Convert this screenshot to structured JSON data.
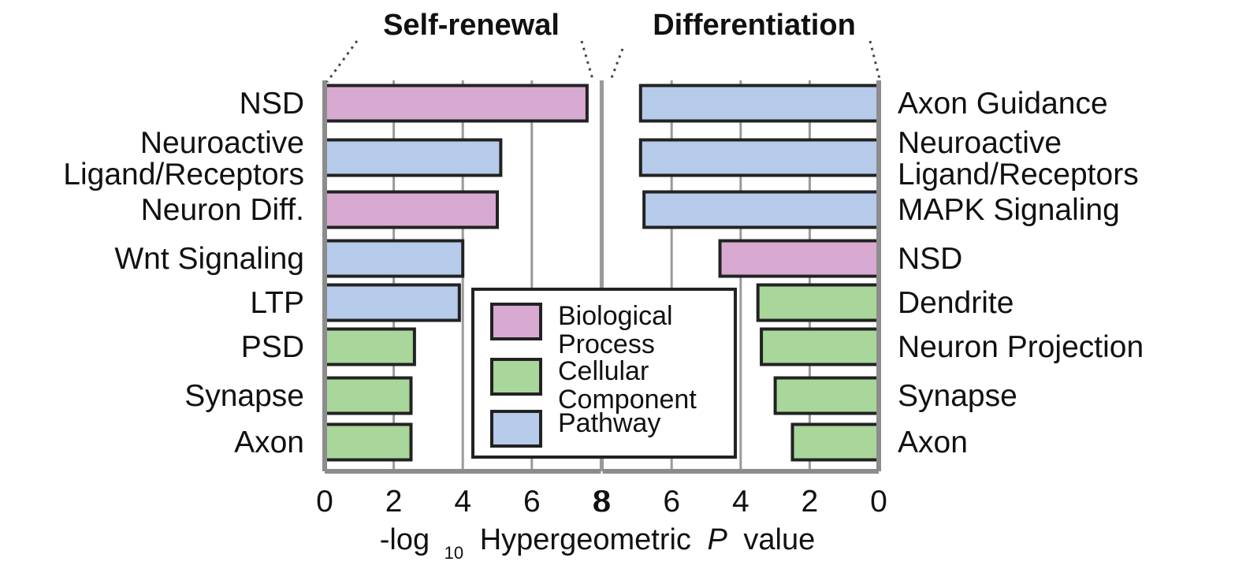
{
  "chart_data": {
    "type": "bar",
    "xlabel": "-log 10 Hypergeometric P value",
    "xlabel_parts": {
      "prefix": "-log",
      "subscript": "10",
      "middle": "Hypergeometric",
      "italic": "P",
      "suffix": "value"
    },
    "legend": {
      "position": "center",
      "entries": [
        {
          "label_lines": [
            "Biological",
            "Process"
          ],
          "color": "#d8a9d1"
        },
        {
          "label_lines": [
            "Cellular",
            "Component"
          ],
          "color": "#a8d69b"
        },
        {
          "label_lines": [
            "Pathway"
          ],
          "color": "#b6cbea"
        }
      ]
    },
    "panels": [
      {
        "title": "Self-renewal",
        "xlim": [
          0,
          8
        ],
        "x_ticks": [
          0,
          2,
          4,
          6,
          8
        ],
        "orientation": "right",
        "bars": [
          {
            "label_lines": [
              "NSD"
            ],
            "value": 7.6,
            "category": "Biological Process"
          },
          {
            "label_lines": [
              "Neuroactive",
              "Ligand/Receptors"
            ],
            "value": 5.1,
            "category": "Pathway"
          },
          {
            "label_lines": [
              "Neuron Diff."
            ],
            "value": 5.0,
            "category": "Biological Process"
          },
          {
            "label_lines": [
              "Wnt Signaling"
            ],
            "value": 4.0,
            "category": "Pathway"
          },
          {
            "label_lines": [
              "LTP"
            ],
            "value": 3.9,
            "category": "Pathway"
          },
          {
            "label_lines": [
              "PSD"
            ],
            "value": 2.6,
            "category": "Cellular Component"
          },
          {
            "label_lines": [
              "Synapse"
            ],
            "value": 2.5,
            "category": "Cellular Component"
          },
          {
            "label_lines": [
              "Axon"
            ],
            "value": 2.5,
            "category": "Cellular Component"
          }
        ]
      },
      {
        "title": "Differentiation",
        "xlim": [
          0,
          8
        ],
        "x_ticks": [
          8,
          6,
          4,
          2,
          0
        ],
        "orientation": "left",
        "bars": [
          {
            "label_lines": [
              "Axon Guidance"
            ],
            "value": 6.9,
            "category": "Pathway"
          },
          {
            "label_lines": [
              "Neuroactive",
              "Ligand/Receptors"
            ],
            "value": 6.9,
            "category": "Pathway"
          },
          {
            "label_lines": [
              "MAPK Signaling"
            ],
            "value": 6.8,
            "category": "Pathway"
          },
          {
            "label_lines": [
              "NSD"
            ],
            "value": 4.6,
            "category": "Biological Process"
          },
          {
            "label_lines": [
              "Dendrite"
            ],
            "value": 3.5,
            "category": "Cellular Component"
          },
          {
            "label_lines": [
              "Neuron Projection"
            ],
            "value": 3.4,
            "category": "Cellular Component"
          },
          {
            "label_lines": [
              "Synapse"
            ],
            "value": 3.0,
            "category": "Cellular Component"
          },
          {
            "label_lines": [
              "Axon"
            ],
            "value": 2.5,
            "category": "Cellular Component"
          }
        ]
      }
    ],
    "category_colors": {
      "Biological Process": "#d8a9d1",
      "Cellular Component": "#a8d69b",
      "Pathway": "#b6cbea"
    },
    "grid": true
  }
}
